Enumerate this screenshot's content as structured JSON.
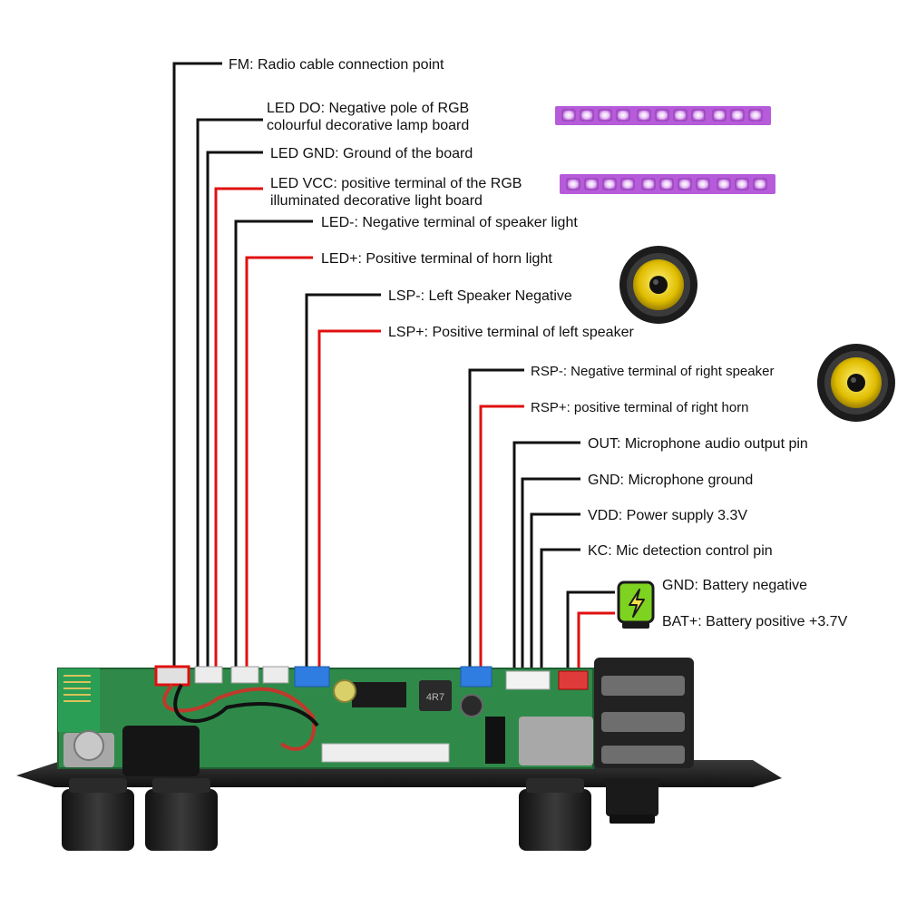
{
  "labels": {
    "fm": "FM: Radio cable connection point",
    "led_do_1": "LED DO: Negative pole of RGB",
    "led_do_2": "colourful decorative lamp board",
    "led_gnd": "LED GND: Ground of the board",
    "led_vcc_1": "LED VCC: positive terminal of the RGB",
    "led_vcc_2": "illuminated decorative light board",
    "led_minus": "LED-: Negative terminal of speaker light",
    "led_plus": "LED+: Positive terminal of horn light",
    "lsp_minus": "LSP-: Left Speaker Negative",
    "lsp_plus": "LSP+: Positive terminal of left speaker",
    "rsp_minus": "RSP-: Negative terminal of right speaker",
    "rsp_plus": "RSP+: positive terminal of right horn",
    "out": "OUT: Microphone audio output pin",
    "gnd_mic": "GND: Microphone ground",
    "vdd": "VDD: Power supply 3.3V",
    "kc": "KC: Mic detection control pin",
    "gnd_bat": "GND: Battery negative",
    "bat_plus": "BAT+: Battery positive +3.7V"
  },
  "board_text": {
    "inductor": "4R7"
  },
  "colors": {
    "wire_negative": "#111111",
    "wire_positive": "#e01010",
    "pcb": "#2f8a4a",
    "connector_blue": "#2f7de0",
    "led_purple": "#c36ae0",
    "speaker_yellow": "#e5c400",
    "battery_green": "#7ed321"
  },
  "icons": {
    "led_strip": "led-strip-icon",
    "speaker": "speaker-icon",
    "battery": "battery-icon"
  }
}
